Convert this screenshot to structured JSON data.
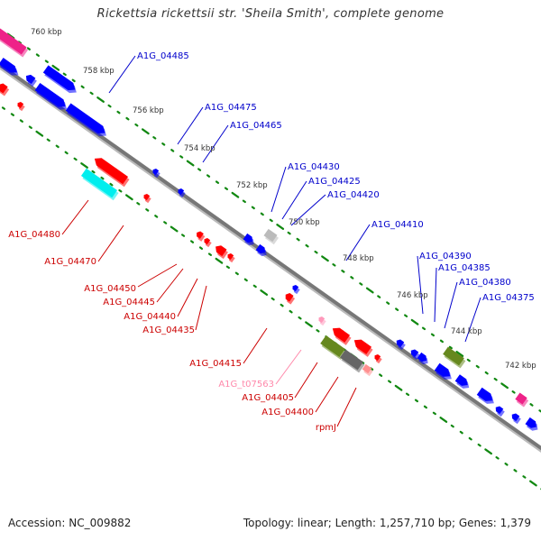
{
  "title": "Rickettsia rickettsii str. 'Sheila Smith', complete genome",
  "footer": {
    "accession": "Accession: NC_009882",
    "summary": "Topology: linear; Length: 1,257,710 bp; Genes: 1,379"
  },
  "colors": {
    "forward_gene": "#0000ff",
    "reverse_gene": "#ff0000",
    "trna": "#ff99bb",
    "rrna_other": "#66881e",
    "misc": "#00eeee",
    "pseudo": "#ee2288",
    "grey": "#777777",
    "tick": "#118811",
    "axis": "#888888",
    "forward_label": "#0000cc",
    "reverse_label": "#cc0000",
    "trna_label": "#ff88aa",
    "scale_label": "#333333"
  },
  "scale_ticks_upper": [
    "760 kbp",
    "758 kbp",
    "756 kbp",
    "754 kbp",
    "752 kbp",
    "750 kbp",
    "748 kbp",
    "746 kbp",
    "744 kbp",
    "742 kbp"
  ],
  "forward_labels": [
    "A1G_04485",
    "A1G_04475",
    "A1G_04465",
    "A1G_04430",
    "A1G_04425",
    "A1G_04420",
    "A1G_04410",
    "A1G_04390",
    "A1G_04385",
    "A1G_04380",
    "A1G_04375"
  ],
  "reverse_labels": [
    "A1G_04480",
    "A1G_04470",
    "A1G_04450",
    "A1G_04445",
    "A1G_04440",
    "A1G_04435",
    "A1G_04415",
    "A1G_t07563",
    "A1G_04405",
    "A1G_04400",
    "rpmJ"
  ]
}
